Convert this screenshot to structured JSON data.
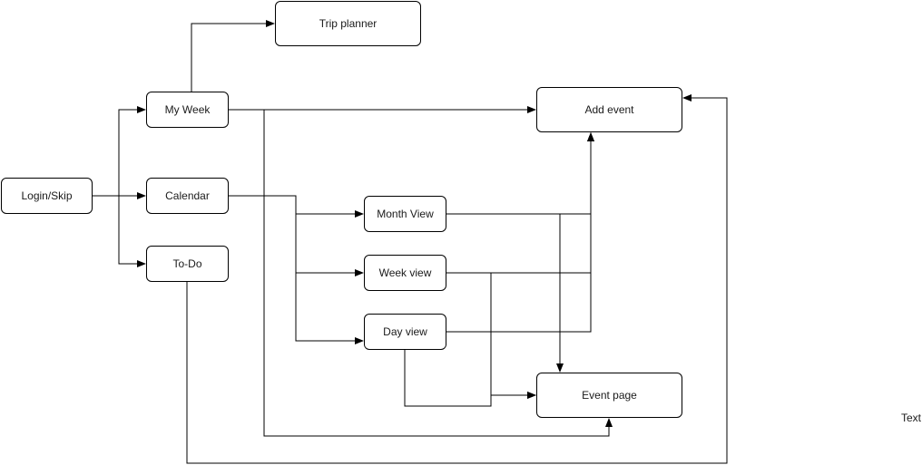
{
  "diagram": {
    "nodes": {
      "trip_planner": "Trip planner",
      "my_week": "My Week",
      "add_event": "Add event",
      "login_skip": "Login/Skip",
      "calendar": "Calendar",
      "month_view": "Month View",
      "week_view": "Week view",
      "todo": "To-Do",
      "day_view": "Day view",
      "event_page": "Event page"
    },
    "free_text": "Text",
    "edges": [
      {
        "from": "login_skip",
        "to": "my_week"
      },
      {
        "from": "login_skip",
        "to": "calendar"
      },
      {
        "from": "login_skip",
        "to": "todo"
      },
      {
        "from": "my_week",
        "to": "trip_planner"
      },
      {
        "from": "my_week",
        "to": "add_event"
      },
      {
        "from": "my_week",
        "to": "event_page"
      },
      {
        "from": "calendar",
        "to": "month_view"
      },
      {
        "from": "calendar",
        "to": "week_view"
      },
      {
        "from": "calendar",
        "to": "day_view"
      },
      {
        "from": "month_view",
        "to": "add_event"
      },
      {
        "from": "month_view",
        "to": "event_page"
      },
      {
        "from": "week_view",
        "to": "add_event"
      },
      {
        "from": "week_view",
        "to": "event_page"
      },
      {
        "from": "day_view",
        "to": "add_event"
      },
      {
        "from": "day_view",
        "to": "event_page"
      },
      {
        "from": "todo",
        "to": "add_event"
      }
    ],
    "colors": {
      "stroke": "#000000",
      "fill": "#ffffff",
      "text": "#1a1a1a"
    }
  }
}
